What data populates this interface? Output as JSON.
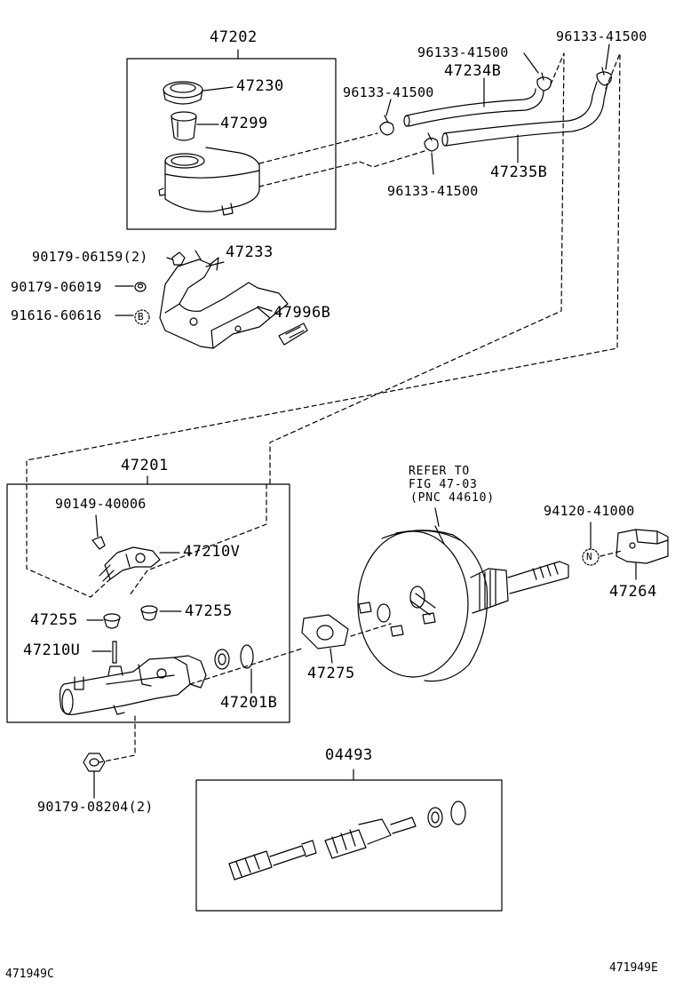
{
  "callouts": {
    "p47202": "47202",
    "p47230": "47230",
    "p47299": "47299",
    "p96133_a": "96133-41500",
    "p96133_b": "96133-41500",
    "p47234B": "47234B",
    "p96133_c": "96133-41500",
    "p96133_d": "96133-41500",
    "p47235B": "47235B",
    "p90179_06159": "90179-06159(2)",
    "p47233": "47233",
    "p90179_06019": "90179-06019",
    "p91616_60616": "91616-60616",
    "p47996B": "47996B",
    "p47201": "47201",
    "p90149_40006": "90149-40006",
    "p47210V": "47210V",
    "p47255_a": "47255",
    "p47255_b": "47255",
    "p47210U": "47210U",
    "p47201B": "47201B",
    "p47275": "47275",
    "p94120_41000": "94120-41000",
    "p47264": "47264",
    "p04493": "04493",
    "p90179_08204": "90179-08204(2)"
  },
  "refer": {
    "line1": "REFER TO",
    "line2": "FIG 47-03",
    "line3": "(PNC 44610)"
  },
  "markers": {
    "b": "B",
    "n": "N"
  },
  "footer": {
    "left": "471949C",
    "right": "471949E"
  }
}
